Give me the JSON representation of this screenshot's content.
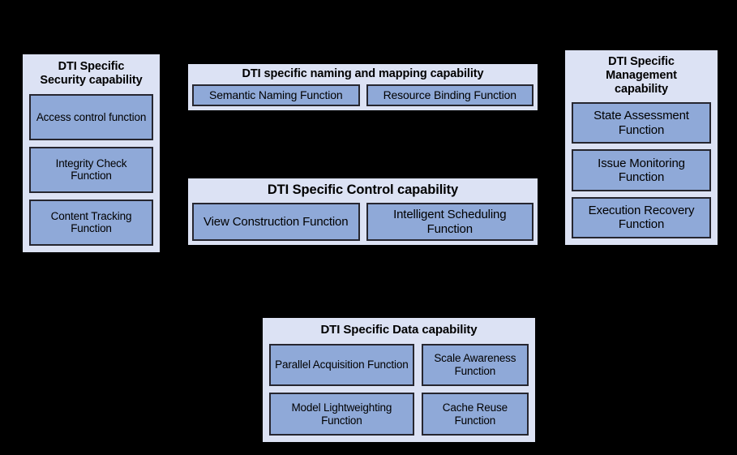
{
  "diagram": {
    "background_color": "#000000",
    "panel_fill": "#dce2f4",
    "panel_border": "#000000",
    "function_fill": "#8fa9d8",
    "function_border": "#26262f",
    "panels": [
      {
        "id": "security",
        "title": "DTI Specific\nSecurity capability",
        "title_line1": "DTI Specific",
        "title_line2": "Security capability",
        "functions": [
          "Access control function",
          "Integrity Check Function",
          "Content Tracking Function"
        ]
      },
      {
        "id": "naming",
        "title": "DTI specific naming and mapping capability",
        "functions": [
          "Semantic Naming Function",
          "Resource Binding Function"
        ]
      },
      {
        "id": "control",
        "title": "DTI Specific Control capability",
        "functions": [
          "View Construction Function",
          "Intelligent Scheduling Function"
        ]
      },
      {
        "id": "management",
        "title": "DTI Specific Management capability",
        "title_line1": "DTI Specific Management",
        "title_line2": "capability",
        "functions": [
          "State Assessment Function",
          "Issue Monitoring Function",
          "Execution Recovery Function"
        ]
      },
      {
        "id": "data",
        "title": "DTI Specific Data capability",
        "functions": [
          "Parallel Acquisition Function",
          "Scale Awareness Function",
          "Model Lightweighting Function",
          "Cache Reuse Function"
        ]
      }
    ]
  }
}
